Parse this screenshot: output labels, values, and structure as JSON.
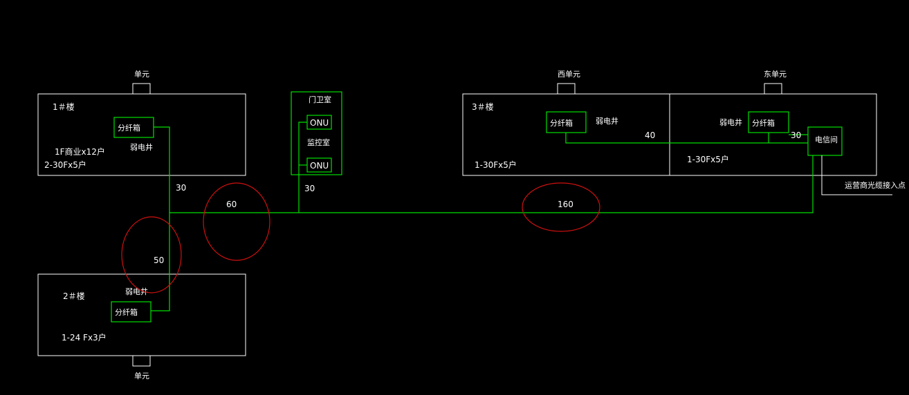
{
  "buildings": {
    "b1": {
      "name": "1＃楼",
      "unit": "单元",
      "shaft": "弱电井",
      "box": "分纤箱",
      "info1": "1F商业x12户",
      "info2": "2-30Fx5户"
    },
    "b2": {
      "name": "2＃楼",
      "unit": "单元",
      "shaft": "弱电井",
      "box": "分纤箱",
      "info": "1-24 Fx3户"
    },
    "b3": {
      "name": "3＃楼",
      "west_unit": "西单元",
      "east_unit": "东单元",
      "west_box": "分纤箱",
      "west_shaft": "弱电井",
      "east_shaft": "弱电井",
      "east_box": "分纤箱",
      "telecom_room": "电信间",
      "west_info": "1-30Fx5户",
      "east_info": "1-30Fx5户"
    }
  },
  "guard": {
    "guard_room": "门卫室",
    "monitor_room": "监控室",
    "onu1": "ONU",
    "onu2": "ONU"
  },
  "cable_counts": {
    "b1_drop": "30",
    "guard_drop": "30",
    "b3_west": "40",
    "b3_east": "30",
    "seg_60": "60",
    "seg_160": "160",
    "seg_50": "50"
  },
  "operator_entry": "运营商光缆接入点",
  "colors": {
    "background": "#000000",
    "frame": "#ffffff",
    "fiber": "#00e000",
    "highlight": "#d01010"
  }
}
